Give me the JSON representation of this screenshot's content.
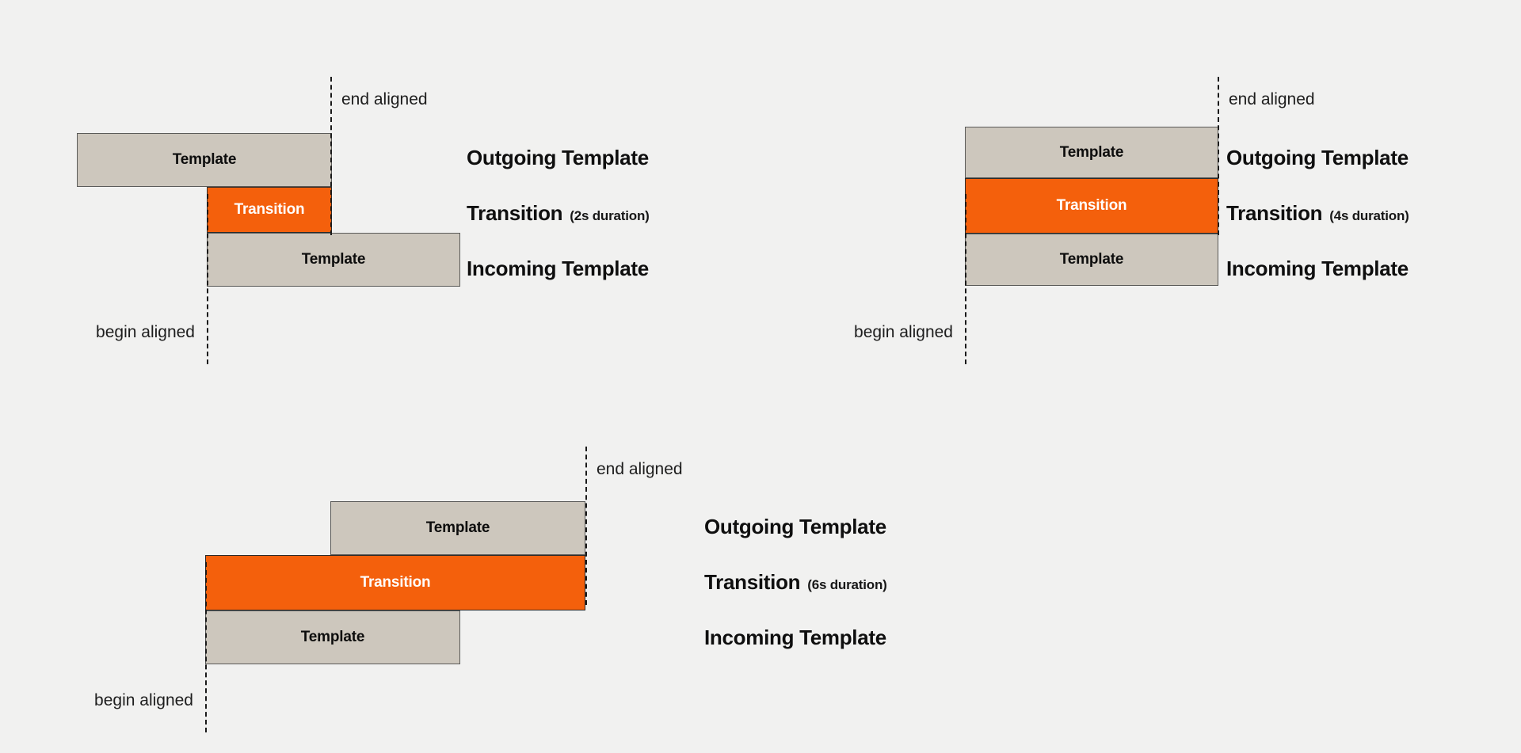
{
  "page": {
    "background_color": "#f1f1f0",
    "title": "Transition alignment diagrams"
  },
  "colors": {
    "template_fill": "#cdc7bd",
    "transition_fill": "#f4600c",
    "template_text": "#0d0d0d",
    "transition_text": "#ffffff",
    "stroke": "#5a5a58",
    "guide_line": "#1a1a1a"
  },
  "labels": {
    "template": "Template",
    "transition": "Transition",
    "end_aligned": "end aligned",
    "begin_aligned": "begin aligned",
    "outgoing_template": "Outgoing Template",
    "transition_legend": "Transition",
    "incoming_template": "Incoming Template"
  },
  "diagrams": [
    {
      "id": "short-transition",
      "duration": "(2s duration)",
      "bars": {
        "outgoing": {
          "label": "Template"
        },
        "transition": {
          "label": "Transition"
        },
        "incoming": {
          "label": "Template"
        }
      },
      "guides": {
        "end_aligned": "end aligned",
        "begin_aligned": "begin aligned"
      },
      "legend": {
        "outgoing": "Outgoing Template",
        "transition": "Transition",
        "transition_duration": "(2s duration)",
        "incoming": "Incoming Template"
      }
    },
    {
      "id": "medium-transition",
      "duration": "(4s duration)",
      "bars": {
        "outgoing": {
          "label": "Template"
        },
        "transition": {
          "label": "Transition"
        },
        "incoming": {
          "label": "Template"
        }
      },
      "guides": {
        "end_aligned": "end aligned",
        "begin_aligned": "begin aligned"
      },
      "legend": {
        "outgoing": "Outgoing Template",
        "transition": "Transition",
        "transition_duration": "(4s duration)",
        "incoming": "Incoming Template"
      }
    },
    {
      "id": "long-transition",
      "duration": "(6s duration)",
      "bars": {
        "outgoing": {
          "label": "Template"
        },
        "transition": {
          "label": "Transition"
        },
        "incoming": {
          "label": "Template"
        }
      },
      "guides": {
        "end_aligned": "end aligned",
        "begin_aligned": "begin aligned"
      },
      "legend": {
        "outgoing": "Outgoing Template",
        "transition": "Transition",
        "transition_duration": "(6s duration)",
        "incoming": "Incoming Template"
      }
    }
  ]
}
